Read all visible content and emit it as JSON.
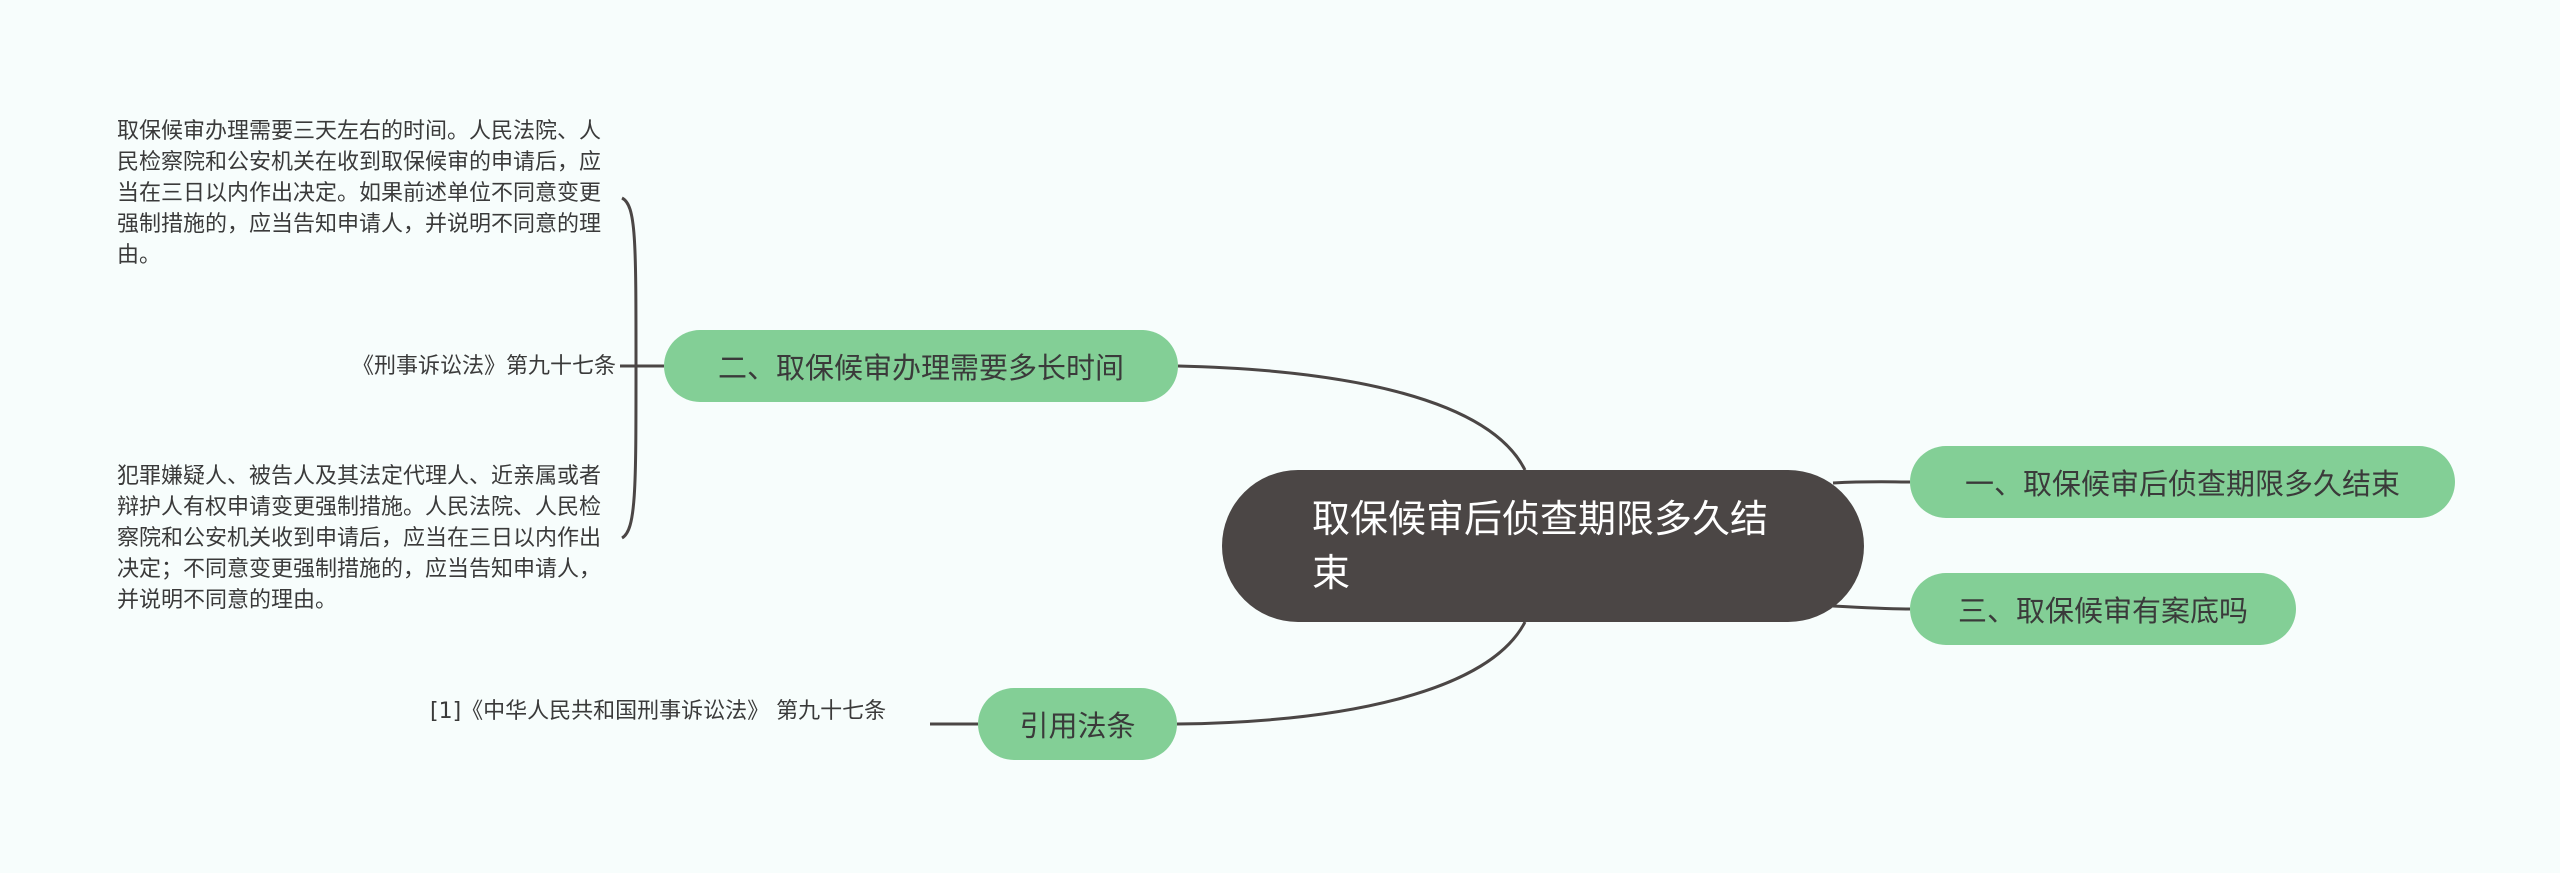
{
  "root": {
    "title": "取保候审后侦查期限多久结束"
  },
  "topics": {
    "t1": "一、取保候审后侦查期限多久结束",
    "t2": "二、取保候审办理需要多长时间",
    "t3": "三、取保候审有案底吗",
    "t4": "引用法条"
  },
  "leaves": {
    "l1": "取保候审办理需要三天左右的时间。人民法院、人民检察院和公安机关在收到取保候审的申请后，应当在三日以内作出决定。如果前述单位不同意变更强制措施的，应当告知申请人，并说明不同意的理由。",
    "l2": "《刑事诉讼法》第九十七条",
    "l3": "犯罪嫌疑人、被告人及其法定代理人、近亲属或者辩护人有权申请变更强制措施。人民法院、人民检察院和公安机关收到申请后，应当在三日以内作出决定；不同意变更强制措施的，应当告知申请人，并说明不同意的理由。",
    "l4": "[1]《中华人民共和国刑事诉讼法》 第九十七条"
  },
  "colors": {
    "background": "#f7fdfc",
    "root_fill": "#4b4645",
    "topic_fill": "#83cf96",
    "line": "#4b4645"
  }
}
